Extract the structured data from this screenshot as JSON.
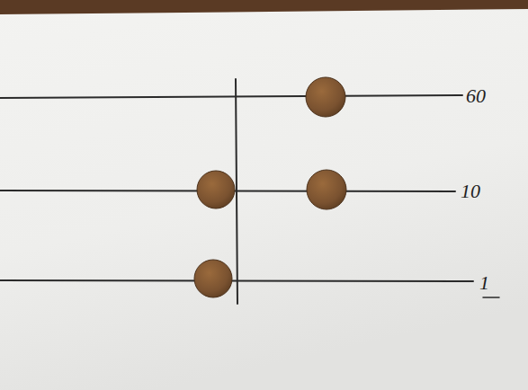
{
  "diagram": {
    "labels": [
      "60",
      "10",
      "1"
    ]
  }
}
